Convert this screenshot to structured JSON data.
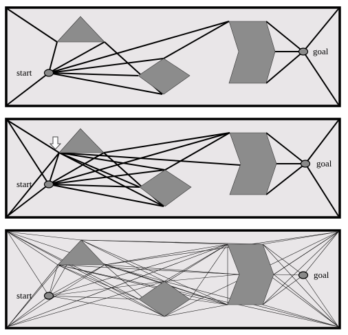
{
  "panels": [
    {
      "start_label": "start",
      "goal_label": "goal"
    },
    {
      "start_label": "start",
      "goal_label": "goal"
    },
    {
      "start_label": "start",
      "goal_label": "goal"
    }
  ],
  "colors": {
    "background": "#e9e6e8",
    "obstacle": "#8c8c8c",
    "node": "#8a8a8a",
    "border": "#000000"
  },
  "icons": {
    "panel2_marker": "down-arrow-icon"
  }
}
